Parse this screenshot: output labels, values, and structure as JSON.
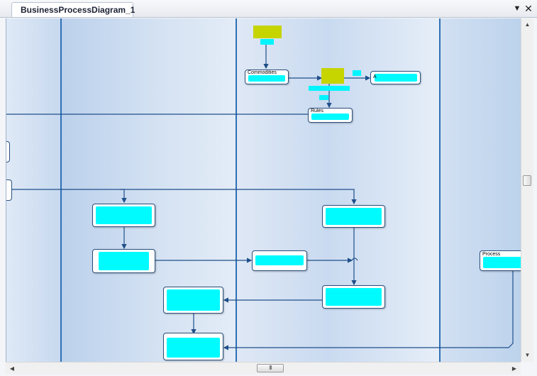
{
  "tab": {
    "title": "BusinessProcessDiagram_1",
    "dropdown_icon": "chevron-down-icon",
    "close_icon": "close-icon"
  },
  "colors": {
    "lane_border": "#2f6fb5",
    "connector": "#1f4f8a",
    "redaction_cyan": "#00fbff",
    "redaction_yellow": "#c6d400"
  },
  "diagram": {
    "lanes": 4,
    "nodes": [
      {
        "name": "task-top-left",
        "label": "Commodities"
      },
      {
        "name": "task-top-right",
        "label": "A"
      },
      {
        "name": "task-mid",
        "label": "Rules"
      },
      {
        "name": "task-a",
        "label": ""
      },
      {
        "name": "task-b",
        "label": ""
      },
      {
        "name": "task-c",
        "label": ""
      },
      {
        "name": "task-d",
        "label": ""
      },
      {
        "name": "task-e",
        "label": ""
      },
      {
        "name": "task-f",
        "label": ""
      },
      {
        "name": "task-g",
        "label": ""
      },
      {
        "name": "task-h",
        "label": "Process"
      }
    ]
  },
  "scrollbars": {
    "horizontal_thumb_glyph": "III"
  }
}
